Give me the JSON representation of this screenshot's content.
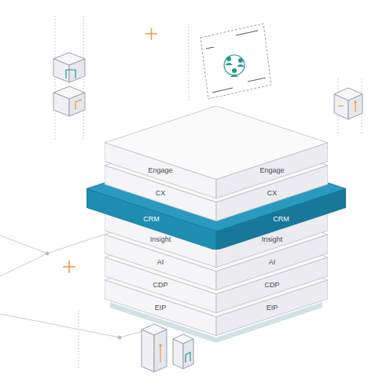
{
  "diagram": {
    "nodes": [
      {
        "text": [
          "Engage",
          "Engage"
        ]
      },
      {
        "text": [
          "CX",
          "CX"
        ]
      },
      {
        "text": [
          "CRM",
          "CRM"
        ]
      },
      {
        "text": [
          "Insight",
          "Insight"
        ]
      },
      {
        "text": [
          "AI",
          "AI"
        ]
      },
      {
        "text": [
          "CDP",
          "CDP"
        ]
      },
      {
        "text": [
          "EIP",
          "EIP"
        ]
      }
    ]
  }
}
